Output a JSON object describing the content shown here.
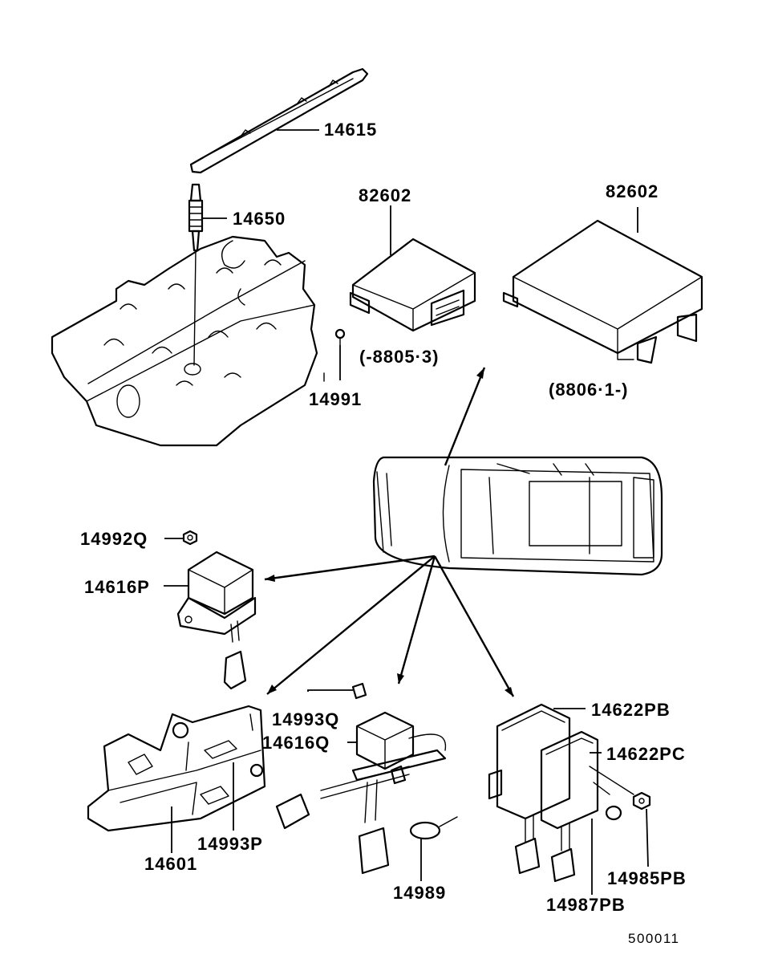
{
  "diagram": {
    "parts": [
      {
        "key": "p14615",
        "number": "14615"
      },
      {
        "key": "p14650",
        "number": "14650"
      },
      {
        "key": "p82602a",
        "number": "82602"
      },
      {
        "key": "p82602b",
        "number": "82602"
      },
      {
        "key": "p8805",
        "number": "(-8805·3)"
      },
      {
        "key": "p8806",
        "number": "(8806·1-)"
      },
      {
        "key": "p14991",
        "number": "14991"
      },
      {
        "key": "p14992Q",
        "number": "14992Q"
      },
      {
        "key": "p14616P",
        "number": "14616P"
      },
      {
        "key": "p14993Q",
        "number": "14993Q"
      },
      {
        "key": "p14616Q",
        "number": "14616Q"
      },
      {
        "key": "p14622PB",
        "number": "14622PB"
      },
      {
        "key": "p14622PC",
        "number": "14622PC"
      },
      {
        "key": "p14993P",
        "number": "14993P"
      },
      {
        "key": "p14601",
        "number": "14601"
      },
      {
        "key": "p14989",
        "number": "14989"
      },
      {
        "key": "p14985PB",
        "number": "14985PB"
      },
      {
        "key": "p14987PB",
        "number": "14987PB"
      }
    ],
    "figure_code": "500011"
  }
}
